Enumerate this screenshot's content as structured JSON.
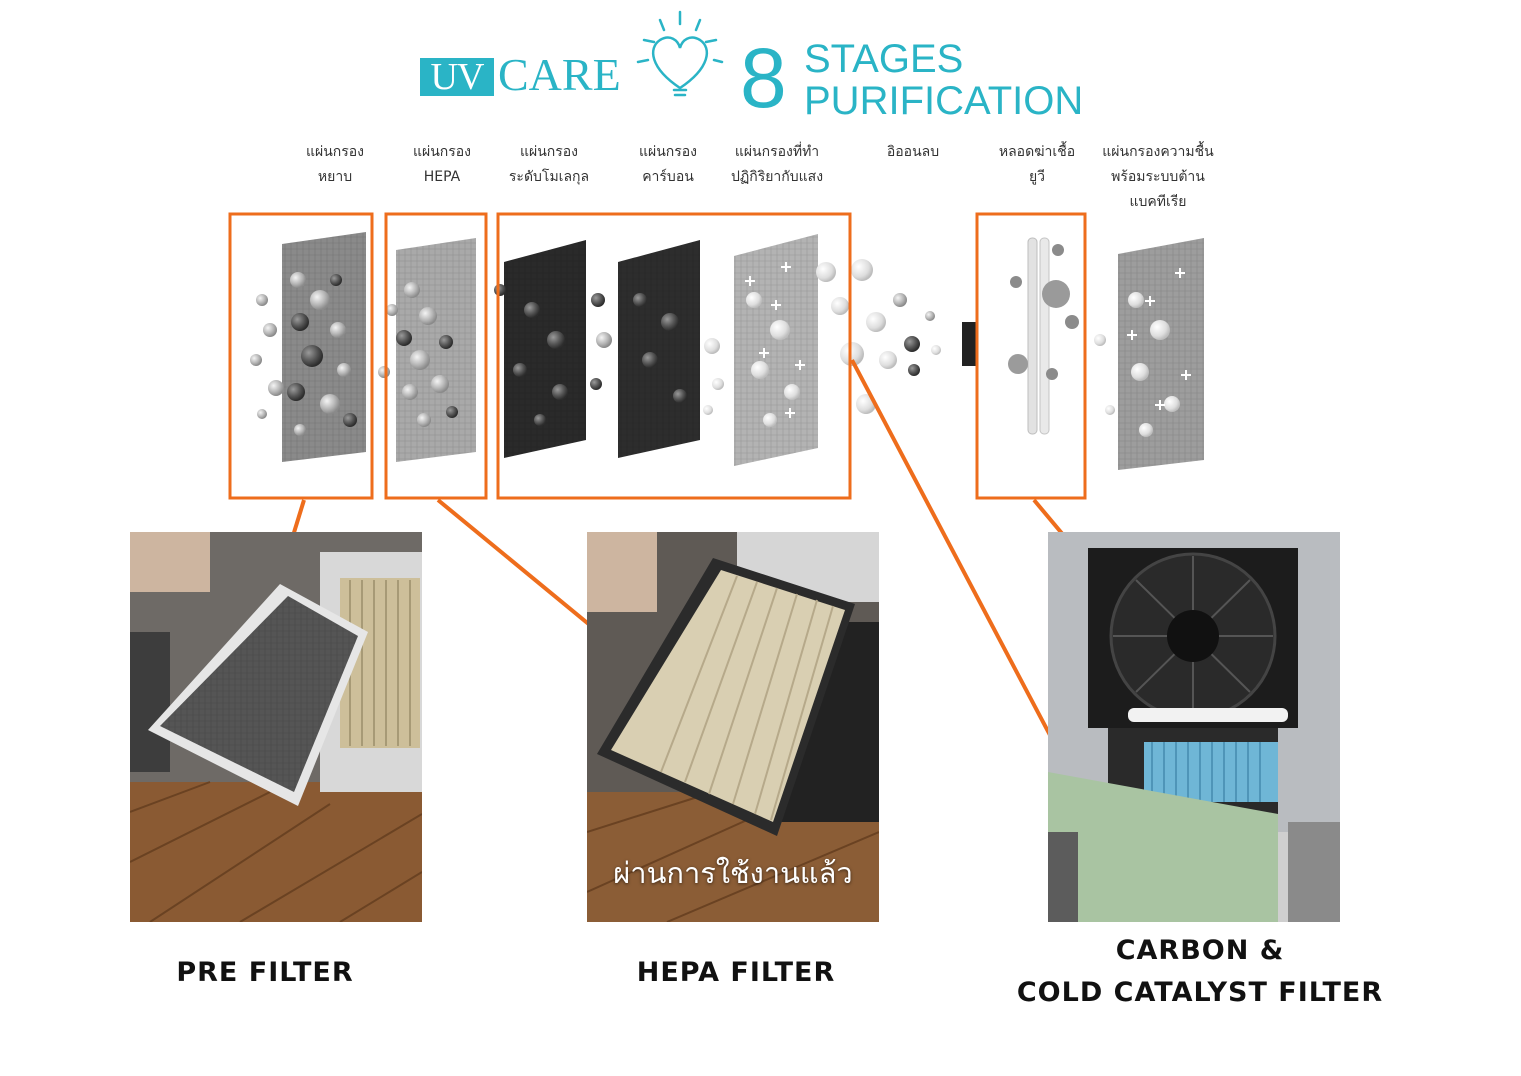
{
  "header": {
    "brand_uv": "UV",
    "brand_care": "CARE",
    "stage_number": "8",
    "stage_line1": "STAGES",
    "stage_line2": "PURIFICATION"
  },
  "stages": [
    {
      "line1": "แผ่นกรอง",
      "line2": "หยาบ",
      "line3": ""
    },
    {
      "line1": "แผ่นกรอง",
      "line2": "HEPA",
      "line3": ""
    },
    {
      "line1": "แผ่นกรอง",
      "line2": "ระดับโมเลกุล",
      "line3": ""
    },
    {
      "line1": "แผ่นกรอง",
      "line2": "คาร์บอน",
      "line3": ""
    },
    {
      "line1": "แผ่นกรองที่ทำ",
      "line2": "ปฏิกิริยากับแสง",
      "line3": ""
    },
    {
      "line1": "อิออนลบ",
      "line2": "",
      "line3": ""
    },
    {
      "line1": "หลอดฆ่าเชื้อ",
      "line2": "ยูวี",
      "line3": ""
    },
    {
      "line1": "แผ่นกรองความชื้น",
      "line2": "พร้อมระบบต้าน",
      "line3": "แบคทีเรีย"
    }
  ],
  "photos": {
    "hepa_overlay": "ผ่านการใช้งานแล้ว"
  },
  "captions": {
    "pre": "PRE FILTER",
    "hepa": "HEPA FILTER",
    "carbon_line1": "CARBON &",
    "carbon_line2": "COLD CATALYST FILTER"
  },
  "colors": {
    "brand": "#2ab4c6",
    "highlight": "#ee6d1c"
  }
}
